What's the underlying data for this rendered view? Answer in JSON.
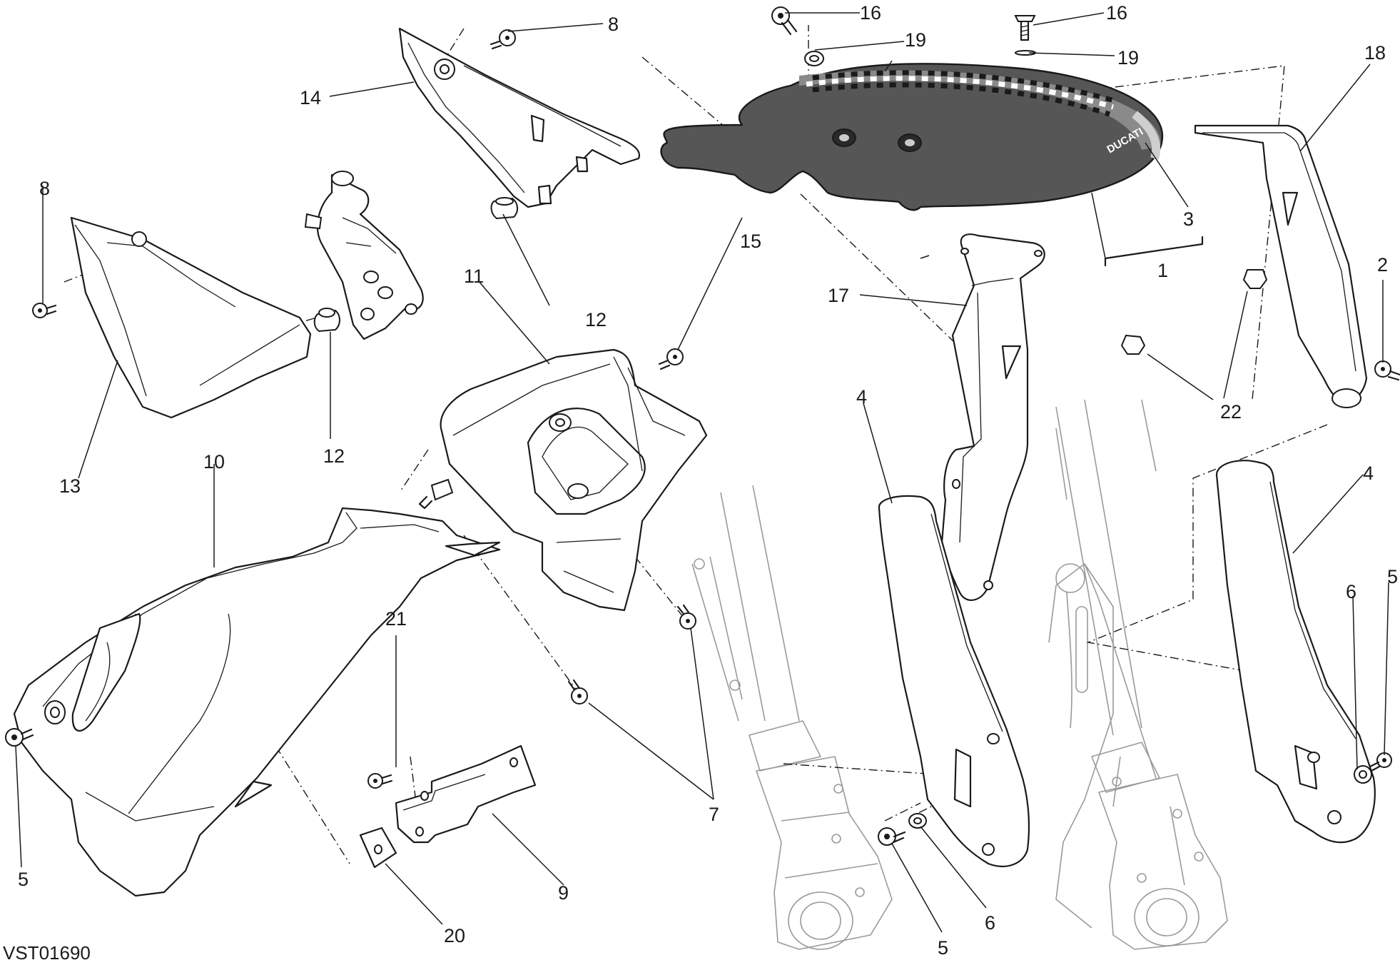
{
  "drawing_code": "VST01690",
  "fender_brand": "DUCATI",
  "callouts": {
    "c1": "1",
    "c2": "2",
    "c3": "3",
    "c4a": "4",
    "c4b": "4",
    "c5a": "5",
    "c5b": "5",
    "c5c": "5",
    "c6a": "6",
    "c6b": "6",
    "c7": "7",
    "c8a": "8",
    "c8b": "8",
    "c9": "9",
    "c10": "10",
    "c11": "11",
    "c12a": "12",
    "c12b": "12",
    "c13": "13",
    "c14": "14",
    "c15": "15",
    "c16a": "16",
    "c16b": "16",
    "c17": "17",
    "c18": "18",
    "c19a": "19",
    "c19b": "19",
    "c20": "20",
    "c21": "21",
    "c22": "22"
  }
}
